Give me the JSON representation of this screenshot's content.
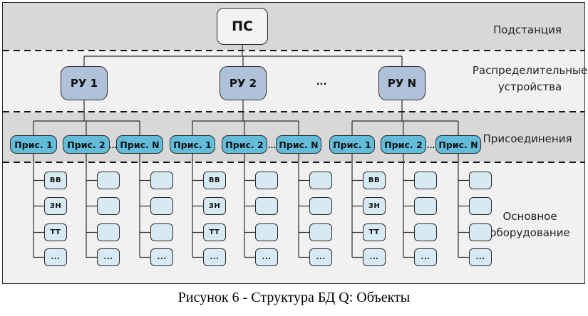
{
  "figure": {
    "caption": "Рисунок 6 - Структура БД Q: Объекты"
  },
  "diagram": {
    "bands": [
      {
        "label": "Подстанция"
      },
      {
        "label": "Распределительные устройства"
      },
      {
        "label": "Присоединения"
      },
      {
        "label": "Основное оборудование"
      }
    ],
    "root": {
      "label": "ПС"
    },
    "ru_row": {
      "nodes": [
        "РУ 1",
        "РУ 2",
        "РУ N"
      ],
      "ellipsis": "..."
    },
    "groups": [
      {
        "bays": [
          "Прис. 1",
          "Прис. 2",
          "Прис. N"
        ],
        "ellipsis": "..."
      },
      {
        "bays": [
          "Прис. 1",
          "Прис. 2",
          "Прис. N"
        ],
        "ellipsis": "..."
      },
      {
        "bays": [
          "Прис. 1",
          "Прис. 2",
          "Прис. N"
        ],
        "ellipsis": "..."
      }
    ],
    "equipment": {
      "labeled_column": [
        "ВВ",
        "ЗН",
        "ТТ",
        "..."
      ],
      "unlabeled_column": [
        "",
        "",
        "",
        "..."
      ]
    },
    "colors": {
      "band_dark": "#d8d8d8",
      "band_light": "#f1f1f1",
      "root_fill": "#f2f3f5",
      "ru_fill": "#b0c1da",
      "bay_fill": "#63bcd9",
      "equipment_fill": "#d7eaf4",
      "line": "#2b2b2b"
    }
  }
}
